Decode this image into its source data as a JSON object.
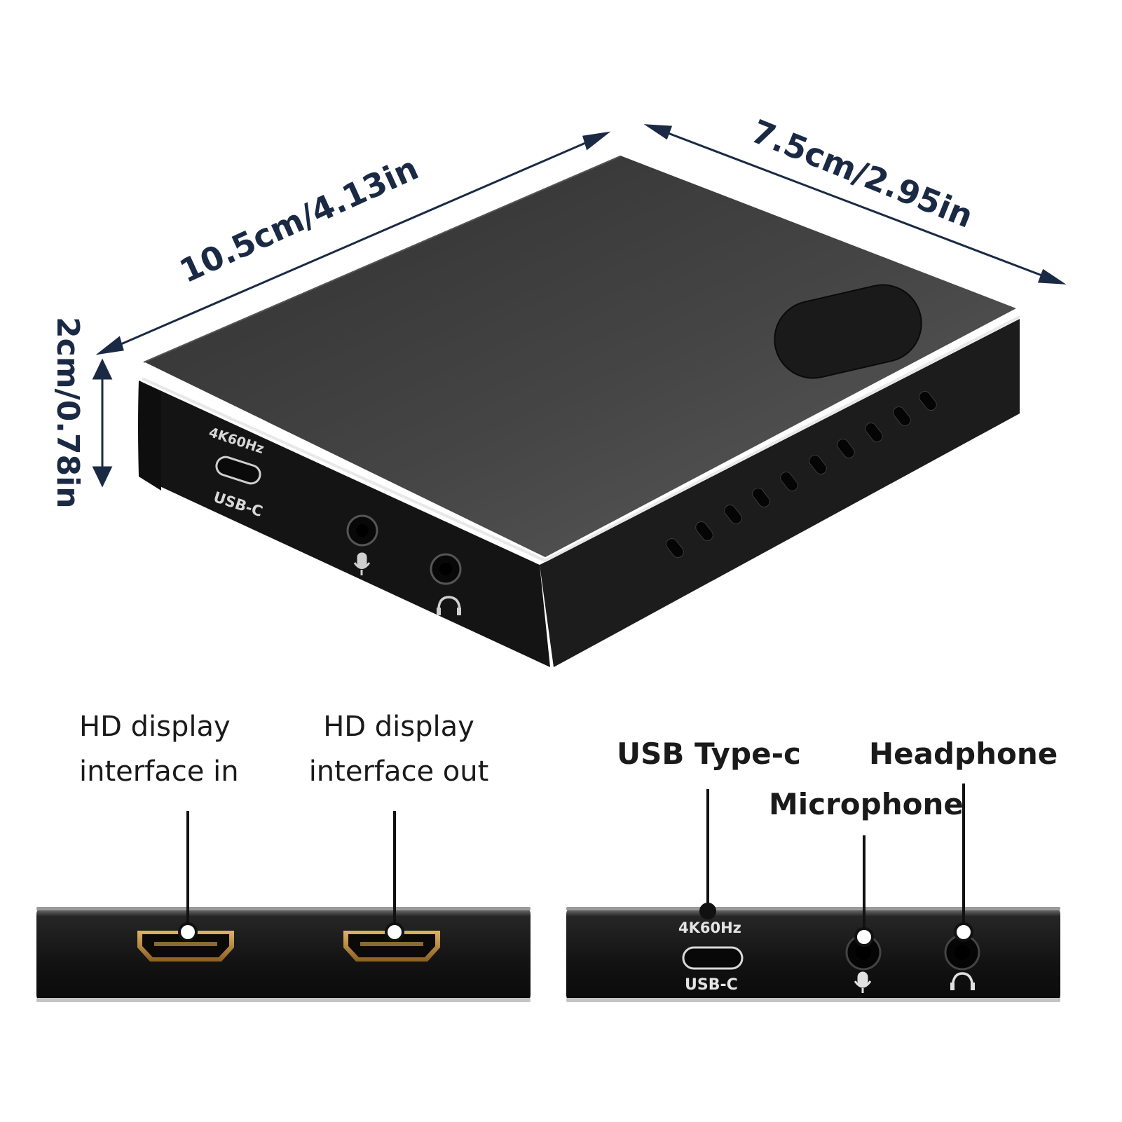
{
  "dimensions": {
    "length": "10.5cm/4.13in",
    "width": "7.5cm/2.95in",
    "height": "2cm/0.78in"
  },
  "device_markings": {
    "resolution": "4K60Hz",
    "usb_label": "USB-C"
  },
  "callouts": {
    "hdmi_in_line1": "HD display",
    "hdmi_in_line2": "interface in",
    "hdmi_out_line1": "HD display",
    "hdmi_out_line2": "interface out",
    "usb": "USB Type-c",
    "headphone": "Headphone",
    "microphone": "Microphone"
  },
  "icons": [
    "microphone-icon",
    "headphone-icon",
    "usb-c-port",
    "hdmi-port",
    "audio-jack"
  ],
  "colors": {
    "device_body": "#1a1a1a",
    "device_top": "#4a4a4a",
    "dimension_text": "#1b2a44",
    "hdmi_gold": "#c99a4a"
  }
}
